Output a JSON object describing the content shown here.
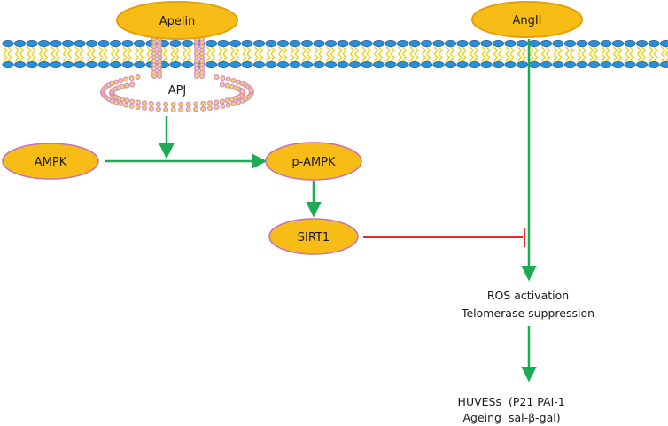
{
  "colors": {
    "node_fill": "#f7bc16",
    "node_fill_light": "#ffd24a",
    "node_stroke": "#c86fb8",
    "membrane_head": "#2a8fd6",
    "membrane_head_dark": "#1f5f9e",
    "membrane_tail": "#e9d21a",
    "receptor_bead": "#d48cc4",
    "receptor_bead_fill": "#f2d46a",
    "activation_arrow": "#1faa55",
    "inhibition_line": "#e02b2b"
  },
  "membrane": {
    "icon": "lipid-bilayer"
  },
  "ligands": {
    "apelin": "Apelin",
    "angii": "AngII"
  },
  "receptor": {
    "label": "APJ",
    "icon": "seven-transmembrane-receptor"
  },
  "nodes": {
    "ampk": "AMPK",
    "p_ampk": "p-AMPK",
    "sirt1": "SIRT1"
  },
  "outcomes": {
    "ros_line1": "ROS activation",
    "ros_line2": "Telomerase suppression",
    "huvecs_col1_line1": "HUVESs",
    "huvecs_col1_line2": "Ageing",
    "huvecs_col2_line1": "(P21 PAI-1",
    "huvecs_col2_line2": "sal-β-gal)"
  },
  "edges": [
    {
      "from": "APJ",
      "to": "AMPK→p-AMPK",
      "type": "activation"
    },
    {
      "from": "AMPK",
      "to": "p-AMPK",
      "type": "activation"
    },
    {
      "from": "p-AMPK",
      "to": "SIRT1",
      "type": "activation"
    },
    {
      "from": "SIRT1",
      "to": "AngII→ROS activation",
      "type": "inhibition"
    },
    {
      "from": "AngII",
      "to": "ROS activation",
      "type": "activation"
    },
    {
      "from": "Telomerase suppression",
      "to": "HUVESs Ageing",
      "type": "activation"
    }
  ]
}
